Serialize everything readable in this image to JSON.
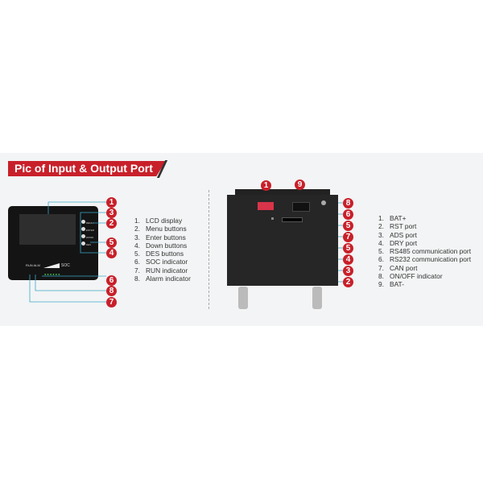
{
  "title": "Pic of Input & Output Port",
  "front_panel": {
    "button_labels": [
      "MENU",
      "ENTER",
      "DOWN",
      "DES"
    ],
    "run_label": "RUN",
    "alm_label": "ALM",
    "soc_label": "SOC",
    "callouts": [
      "1",
      "3",
      "2",
      "5",
      "4",
      "6",
      "8",
      "7"
    ],
    "legend": [
      {
        "num": "1.",
        "text": "LCD display"
      },
      {
        "num": "2.",
        "text": "Menu buttons"
      },
      {
        "num": "3.",
        "text": "Enter buttons"
      },
      {
        "num": "4.",
        "text": "Down buttons"
      },
      {
        "num": "5.",
        "text": "DES buttons"
      },
      {
        "num": "6.",
        "text": "SOC indicator"
      },
      {
        "num": "7.",
        "text": "RUN indicator"
      },
      {
        "num": "8.",
        "text": "Alarm indicator"
      }
    ]
  },
  "rear_panel": {
    "top_callouts": [
      "1",
      "9"
    ],
    "callouts": [
      "8",
      "6",
      "5",
      "7",
      "5",
      "4",
      "3",
      "2"
    ],
    "legend": [
      {
        "num": "1.",
        "text": "BAT+"
      },
      {
        "num": "2.",
        "text": "RST port"
      },
      {
        "num": "3.",
        "text": "ADS port"
      },
      {
        "num": "4.",
        "text": "DRY port"
      },
      {
        "num": "5.",
        "text": "RS485 communication port"
      },
      {
        "num": "6.",
        "text": "RS232 communication port"
      },
      {
        "num": "7.",
        "text": "CAN port"
      },
      {
        "num": "8.",
        "text": "ON/OFF indicator"
      },
      {
        "num": "9.",
        "text": "BAT-"
      }
    ]
  },
  "colors": {
    "accent": "#c8202a",
    "line": "#3aa8c8"
  }
}
